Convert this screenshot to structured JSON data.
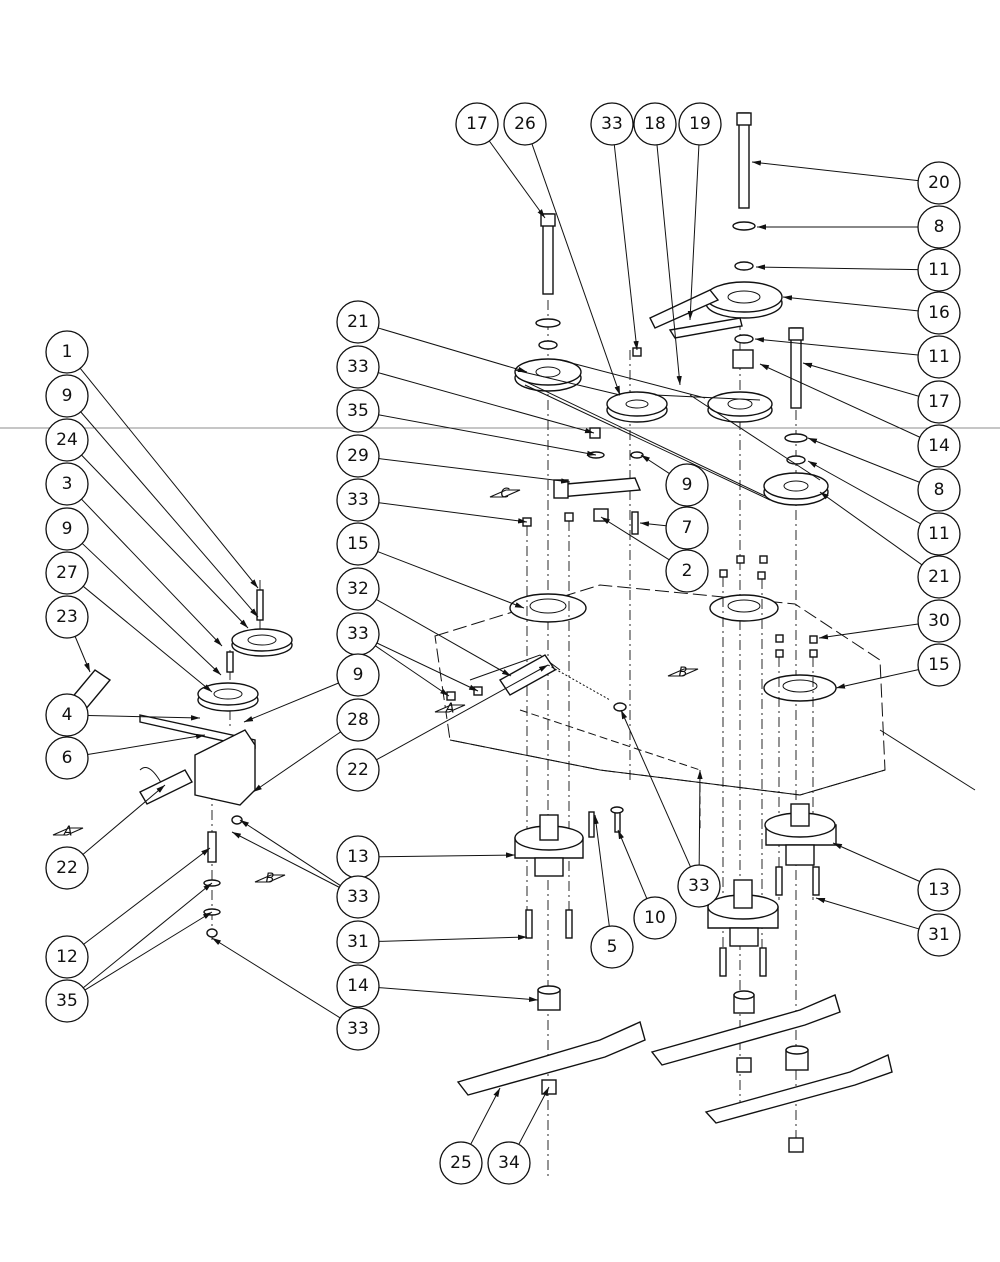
{
  "callouts": [
    "17",
    "26",
    "33",
    "18",
    "19",
    "20",
    "8",
    "11",
    "16",
    "11",
    "17",
    "14",
    "8",
    "11",
    "21",
    "21",
    "33",
    "35",
    "29",
    "9",
    "33",
    "7",
    "2",
    "15",
    "30",
    "32",
    "33",
    "15",
    "22",
    "13",
    "31",
    "14",
    "25",
    "34",
    "5",
    "10",
    "33",
    "13",
    "31",
    "1",
    "9",
    "24",
    "3",
    "9",
    "27",
    "23",
    "4",
    "6",
    "9",
    "28",
    "22",
    "33",
    "12",
    "35",
    "33"
  ],
  "ref_letters": [
    "C",
    "B",
    "A",
    "A",
    "B"
  ]
}
